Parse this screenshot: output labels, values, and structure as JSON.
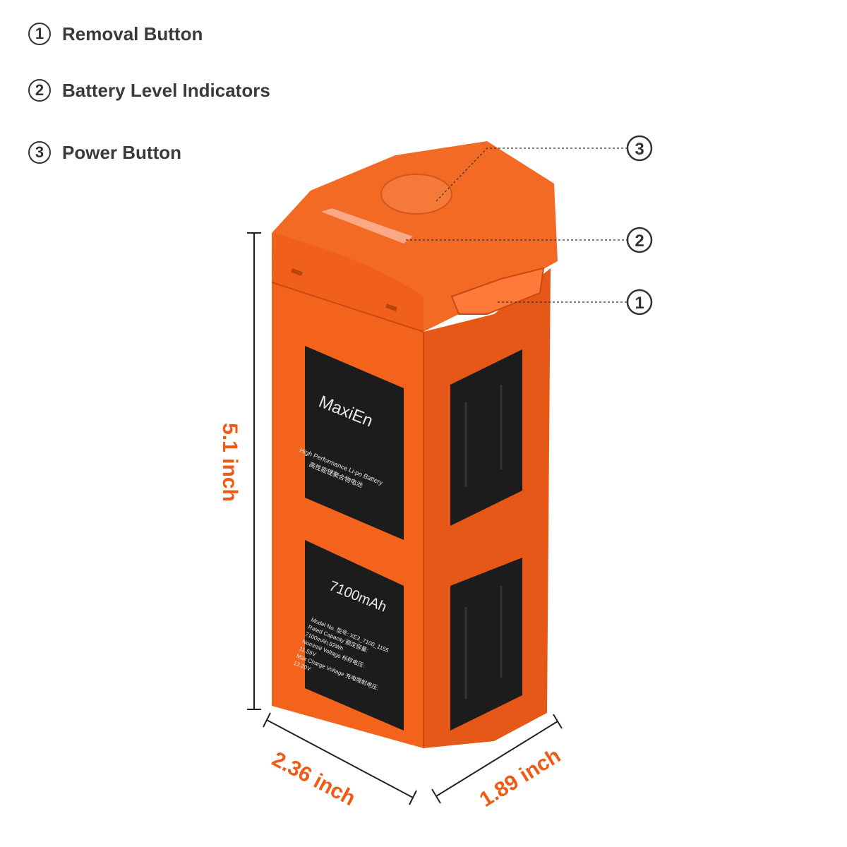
{
  "legend": [
    {
      "num": "1",
      "label": "Removal Button"
    },
    {
      "num": "2",
      "label": "Battery Level Indicators"
    },
    {
      "num": "3",
      "label": "Power Button"
    }
  ],
  "callouts": [
    "3",
    "2",
    "1"
  ],
  "dimensions": {
    "height": "5.1 inch",
    "width": "2.36 inch",
    "depth": "1.89 inch"
  },
  "battery_label": {
    "brand": "MaxiEn",
    "subtitle_en": "High Performance Li-po Battery",
    "subtitle_cn": "高性能锂聚合物电池",
    "capacity": "7100mAh",
    "spec_lines": [
      "Model No. 型号: XE3_7100_1155",
      "Rated Capacity 额定容量:",
      "7100mAh,82Wh",
      "Nominal Voltage 标称电压:",
      "11.55V",
      "Max Charge Voltage 充电限制电压:",
      "13.20V"
    ]
  },
  "colors": {
    "battery_orange": "#f4631c",
    "battery_shadow": "#d84e10",
    "label_black": "#1c1c1c",
    "dimension_orange": "#f05a14"
  }
}
